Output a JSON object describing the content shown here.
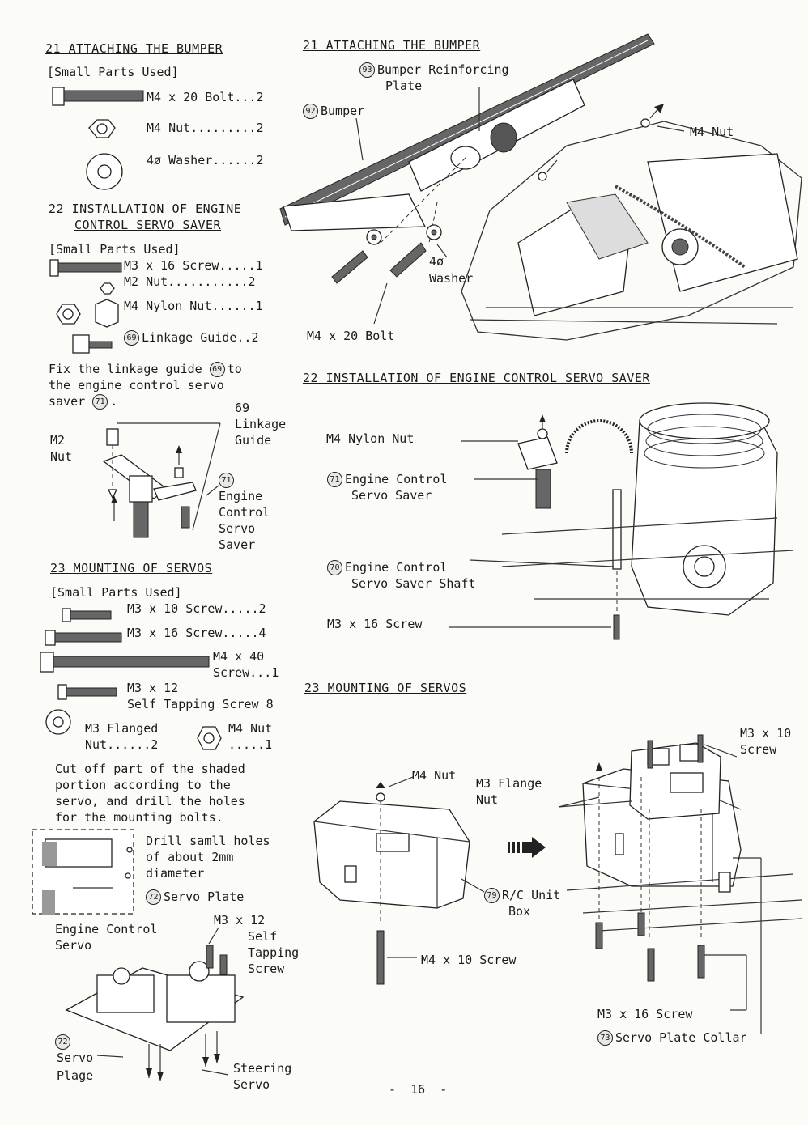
{
  "left": {
    "s21": {
      "heading": "21 ATTACHING THE BUMPER",
      "small_parts": "[Small Parts Used]",
      "parts": [
        "M4 x 20 Bolt...2",
        "M4 Nut.........2",
        "4ø Washer......2"
      ]
    },
    "s22": {
      "heading_l1": "22 INSTALLATION OF ENGINE",
      "heading_l2": "CONTROL SERVO SAVER",
      "small_parts": "[Small Parts Used]",
      "parts": [
        "M3 x 16 Screw.....1",
        "M2 Nut...........2",
        "M4 Nylon Nut......1",
        "Linkage Guide..2"
      ],
      "linkage_num": "69",
      "instr": [
        "Fix the linkage guide",
        "the engine control servo",
        "saver"
      ],
      "instr_num_a": "69",
      "instr_to": "to",
      "instr_num_b": "71",
      "instr_end": ".",
      "fig": {
        "num69": "69",
        "linkage": [
          "Linkage",
          "Guide"
        ],
        "m2nut": [
          "M2",
          "Nut"
        ],
        "num71": "71",
        "servo_saver": [
          "Engine",
          "Control",
          "Servo",
          "Saver"
        ]
      }
    },
    "s23": {
      "heading": "23 MOUNTING OF SERVOS",
      "small_parts": "[Small Parts Used]",
      "parts": [
        "M3 x 10 Screw.....2",
        "M3 x 16 Screw.....4"
      ],
      "m4x40": [
        "M4 x 40",
        "Screw...1"
      ],
      "m3x12": [
        "M3 x 12",
        "Self Tapping Screw 8"
      ],
      "flanged": [
        "M3 Flanged",
        "Nut......2"
      ],
      "m4nut": [
        "M4 Nut",
        ".....1"
      ],
      "instr": [
        "Cut off part of the shaded",
        "portion according to the",
        "servo, and drill the holes",
        "for the mounting bolts."
      ],
      "drill": [
        "Drill samll holes",
        "of about 2mm",
        "diameter"
      ],
      "plate_num": "72",
      "plate_label": "Servo Plate",
      "fig": {
        "engine_servo": [
          "Engine Control",
          "Servo"
        ],
        "m3x12": [
          "M3 x 12",
          "Self",
          "Tapping",
          "Screw"
        ],
        "num72": "72",
        "servo_plage": [
          "Servo",
          "Plage"
        ],
        "steering": [
          "Steering",
          "Servo"
        ]
      }
    }
  },
  "right": {
    "s21": {
      "heading": "21 ATTACHING THE BUMPER",
      "num93": "93",
      "reinf": [
        "Bumper Reinforcing",
        "Plate"
      ],
      "num92": "92",
      "bumper": "Bumper",
      "m4nut": "M4 Nut",
      "washer": [
        "4ø",
        "Washer"
      ],
      "bolt": "M4 x 20 Bolt"
    },
    "s22": {
      "heading": "22 INSTALLATION OF ENGINE CONTROL SERVO SAVER",
      "nylon": "M4 Nylon Nut",
      "num71": "71",
      "saver": [
        "Engine Control",
        "Servo Saver"
      ],
      "num70": "70",
      "shaft": [
        "Engine Control",
        "Servo Saver Shaft"
      ],
      "screw": "M3 x 16 Screw"
    },
    "s23": {
      "heading": "23 MOUNTING OF SERVOS",
      "m4nut": "M4 Nut",
      "flange": [
        "M3 Flange",
        "Nut"
      ],
      "m3x10": [
        "M3 x 10",
        "Screw"
      ],
      "num79": "79",
      "box": [
        "R/C Unit",
        "Box"
      ],
      "m4x10": "M4 x 10 Screw",
      "m3x16": "M3 x 16 Screw",
      "num73": "73",
      "collar": "Servo Plate Collar"
    }
  },
  "page_number": "-  16  -"
}
